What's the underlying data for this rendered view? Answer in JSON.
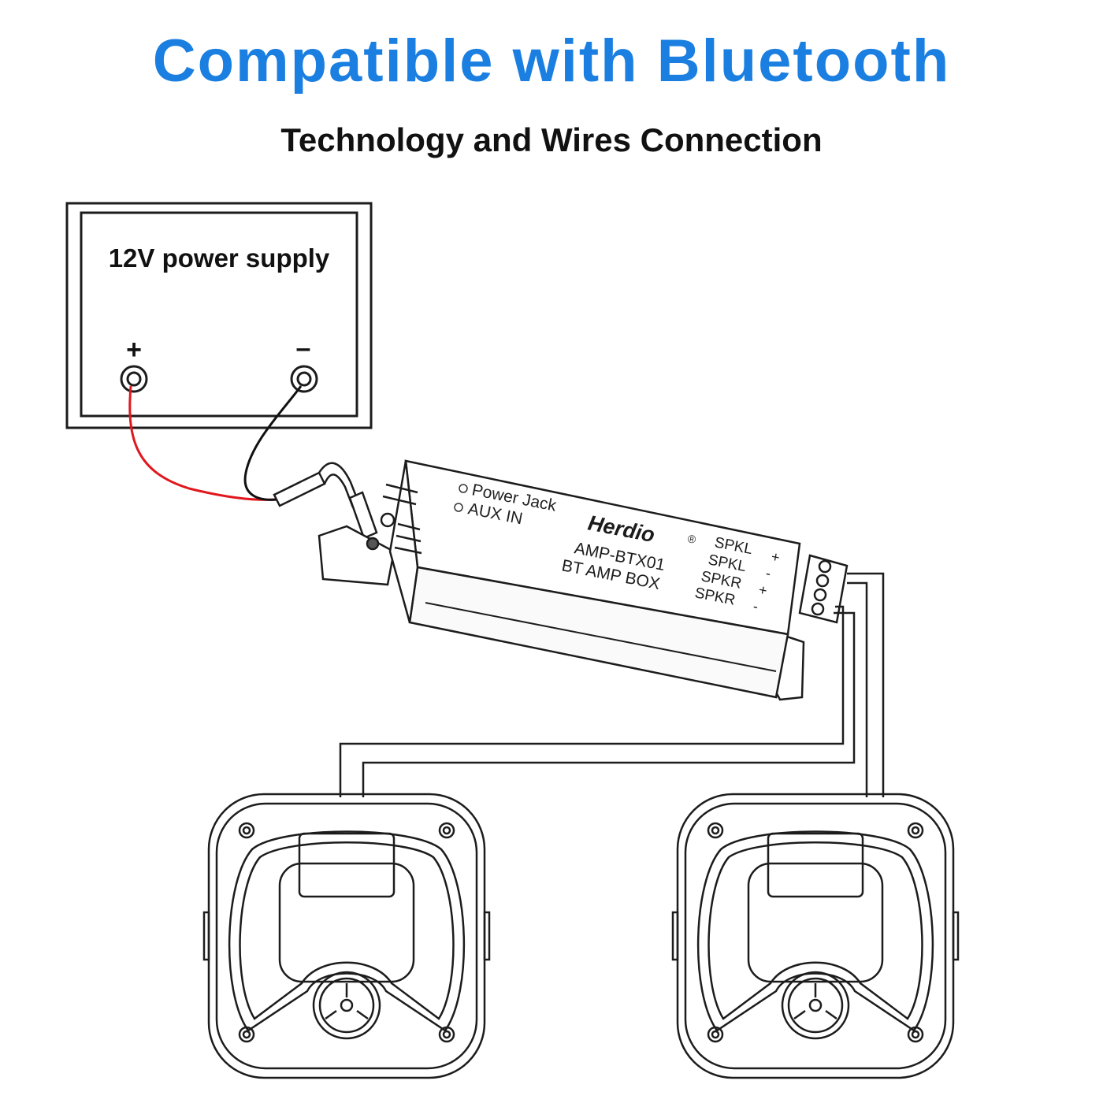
{
  "header": {
    "title": "Compatible with Bluetooth",
    "subtitle": "Technology and Wires Connection"
  },
  "power_supply": {
    "label": "12V power supply",
    "plus": "+",
    "minus": "–"
  },
  "amplifier": {
    "port_power": "Power Jack",
    "port_aux": "AUX IN",
    "brand": "Herdio",
    "reg": "®",
    "model": "AMP-BTX01",
    "product": "BT AMP BOX",
    "terminals": [
      {
        "name": "SPKL",
        "sign": "+"
      },
      {
        "name": "SPKL",
        "sign": "-"
      },
      {
        "name": "SPKR",
        "sign": "+"
      },
      {
        "name": "SPKR",
        "sign": "-"
      }
    ]
  },
  "colors": {
    "title": "#1a7fe0",
    "wire_positive": "#e0181e",
    "wire_negative": "#111111",
    "line": "#1c1c1c"
  }
}
